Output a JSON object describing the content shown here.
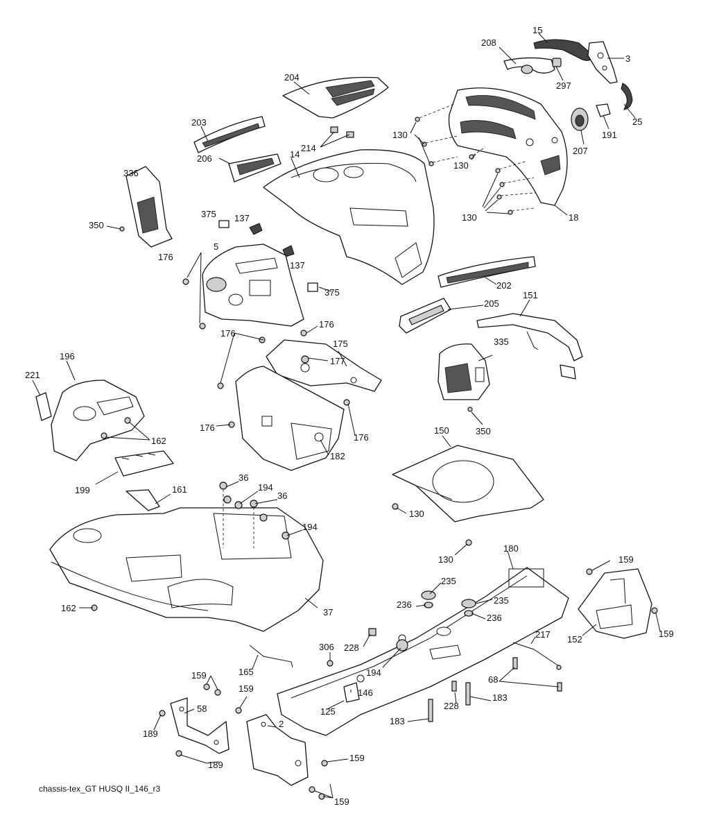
{
  "caption": "chassis-tex_GT HUSQ II_146_r3",
  "callouts": {
    "c15": "15",
    "c208": "208",
    "c3": "3",
    "c297": "297",
    "c204": "204",
    "c25": "25",
    "c191": "191",
    "c207": "207",
    "c203": "203",
    "c214": "214",
    "c14": "14",
    "c130a": "130",
    "c130b": "130",
    "c130c": "130",
    "c206": "206",
    "c336": "336",
    "c18": "18",
    "c350a": "350",
    "c375a": "375",
    "c137a": "137",
    "c5": "5",
    "c137b": "137",
    "c176a": "176",
    "c375b": "375",
    "c202": "202",
    "c205": "205",
    "c151": "151",
    "c176b": "176",
    "c176c": "176",
    "c175": "175",
    "c177": "177",
    "c196": "196",
    "c221": "221",
    "c335": "335",
    "c162a": "162",
    "c176d": "176",
    "c176e": "176",
    "c150": "150",
    "c350b": "350",
    "c182": "182",
    "c36a": "36",
    "c194a": "194",
    "c36b": "36",
    "c199": "199",
    "c161": "161",
    "c130d": "130",
    "c194b": "194",
    "c130e": "130",
    "c180": "180",
    "c159a": "159",
    "c235a": "235",
    "c236a": "236",
    "c235b": "235",
    "c236b": "236",
    "c162b": "162",
    "c37": "37",
    "c217": "217",
    "c152": "152",
    "c159b": "159",
    "c228a": "228",
    "c306": "306",
    "c194c": "194",
    "c165": "165",
    "c68": "68",
    "c159c": "159",
    "c146": "146",
    "c228b": "228",
    "c183a": "183",
    "c159d": "159",
    "c58": "58",
    "c125": "125",
    "c2": "2",
    "c183b": "183",
    "c189a": "189",
    "c159e": "159",
    "c189b": "189",
    "c159f": "159"
  }
}
